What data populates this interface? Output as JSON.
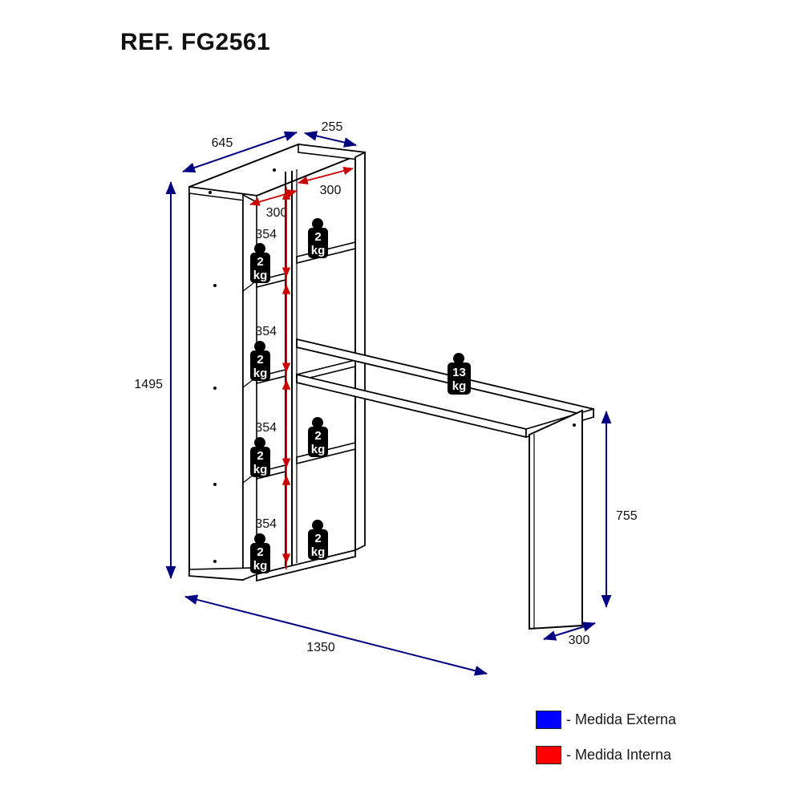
{
  "title": "REF. FG2561",
  "colors": {
    "external": "#0000FF",
    "internal": "#FF0000",
    "outline": "#000000",
    "panel": "#FFFFFF"
  },
  "dimensions": {
    "top_width": "645",
    "top_depth": "255",
    "height_total": "1495",
    "bottom_width": "1350",
    "desk_height": "755",
    "desk_depth": "300",
    "inner_left_width": "300",
    "inner_right_width": "300",
    "shelf_gap_1": "354",
    "shelf_gap_2": "354",
    "shelf_gap_3": "354",
    "shelf_gap_4": "354"
  },
  "load_labels": {
    "shelf_weight": "2",
    "shelf_unit": "kg",
    "desk_weight": "13",
    "desk_unit": "kg"
  },
  "shelf_loads": [
    {
      "value": "2",
      "unit": "kg"
    },
    {
      "value": "2",
      "unit": "kg"
    },
    {
      "value": "2",
      "unit": "kg"
    },
    {
      "value": "2",
      "unit": "kg"
    },
    {
      "value": "2",
      "unit": "kg"
    },
    {
      "value": "2",
      "unit": "kg"
    },
    {
      "value": "2",
      "unit": "kg"
    },
    {
      "value": "2",
      "unit": "kg"
    }
  ],
  "legend": {
    "items": [
      {
        "color": "#0000FF",
        "label": "- Medida Externa"
      },
      {
        "color": "#FF0000",
        "label": "- Medida Interna"
      }
    ]
  }
}
